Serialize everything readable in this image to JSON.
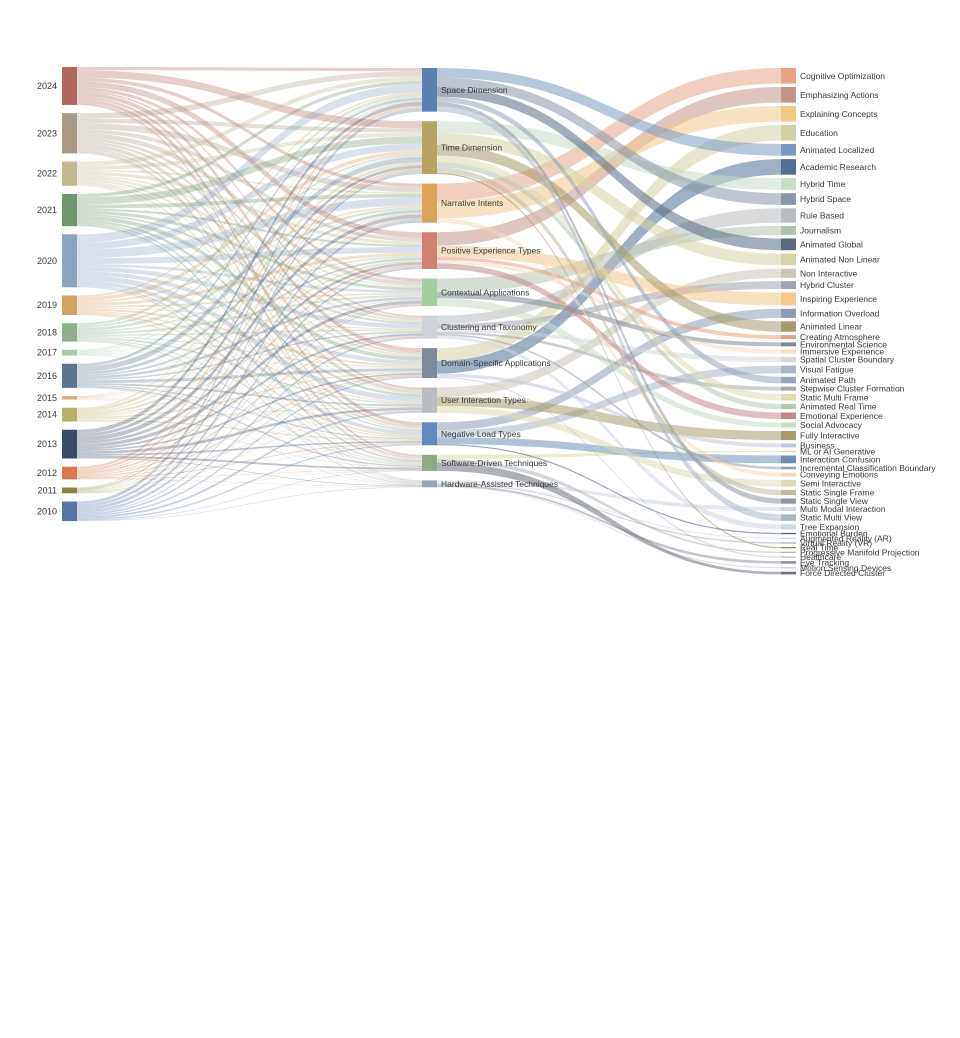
{
  "chart_data": {
    "type": "sankey",
    "years": [
      {
        "label": "2024",
        "color": "#b06a5c"
      },
      {
        "label": "2023",
        "color": "#a89886"
      },
      {
        "label": "2022",
        "color": "#c2b98f"
      },
      {
        "label": "2021",
        "color": "#6f9470"
      },
      {
        "label": "2020",
        "color": "#8ca3c2"
      },
      {
        "label": "2019",
        "color": "#d2a264"
      },
      {
        "label": "2018",
        "color": "#8fb08f"
      },
      {
        "label": "2017",
        "color": "#a9c9a9"
      },
      {
        "label": "2016",
        "color": "#5d7590"
      },
      {
        "label": "2015",
        "color": "#d8aa8a"
      },
      {
        "label": "2014",
        "color": "#b7b06a"
      },
      {
        "label": "2013",
        "color": "#3a4a66"
      },
      {
        "label": "2012",
        "color": "#d9784f"
      },
      {
        "label": "2011",
        "color": "#8a8440"
      },
      {
        "label": "2010",
        "color": "#5677a6"
      }
    ],
    "dimensions": [
      {
        "label": "Space Dimension",
        "color": "#5b81b0"
      },
      {
        "label": "Time Dimension",
        "color": "#b5a562"
      },
      {
        "label": "Narrative Intents",
        "color": "#dba35a"
      },
      {
        "label": "Positive Experience Types",
        "color": "#cf8270"
      },
      {
        "label": "Contextual Applications",
        "color": "#a6cca2"
      },
      {
        "label": "Clustering and Taxonomy",
        "color": "#cfd3d8"
      },
      {
        "label": "Domain-Specific Applications",
        "color": "#7e8a99"
      },
      {
        "label": "User Interaction Types",
        "color": "#b9bdc2"
      },
      {
        "label": "Negative Load Types",
        "color": "#6289bd"
      },
      {
        "label": "Software-Driven Techniques",
        "color": "#8eaa86"
      },
      {
        "label": "Hardware-Assisted Techniques",
        "color": "#98a4b3"
      }
    ],
    "categories": [
      {
        "label": "Cognitive Optimization",
        "color": "#e9a588",
        "from": 2
      },
      {
        "label": "Emphasizing Actions",
        "color": "#c4948a",
        "from": 3
      },
      {
        "label": "Explaining Concepts",
        "color": "#f3c98a",
        "from": 2
      },
      {
        "label": "Education",
        "color": "#d3d0a4",
        "from": 6
      },
      {
        "label": "Animated Localized",
        "color": "#7b99c0",
        "from": 0
      },
      {
        "label": "Academic Research",
        "color": "#4f6f98",
        "from": 6
      },
      {
        "label": "Hybrid Time",
        "color": "#c9dbc9",
        "from": 1
      },
      {
        "label": "Hybrid Space",
        "color": "#8a96a8",
        "from": 0
      },
      {
        "label": "Rule Based",
        "color": "#b9bcc0",
        "from": 5
      },
      {
        "label": "Journalism",
        "color": "#b2c1b0",
        "from": 4
      },
      {
        "label": "Animated Global",
        "color": "#596b82",
        "from": 0
      },
      {
        "label": "Animated Non Linear",
        "color": "#d6d4a6",
        "from": 1
      },
      {
        "label": "Non Interactive",
        "color": "#ccc4b8",
        "from": 7
      },
      {
        "label": "Hybrid Cluster",
        "color": "#9ea4ad",
        "from": 5
      },
      {
        "label": "Inspiring Experience",
        "color": "#f3c98e",
        "from": 3
      },
      {
        "label": "Information Overload",
        "color": "#8c9cb2",
        "from": 8
      },
      {
        "label": "Animated Linear",
        "color": "#a69a6c",
        "from": 1
      },
      {
        "label": "Creating Atmosphere",
        "color": "#ec9f80",
        "from": 3
      },
      {
        "label": "Environmental Science",
        "color": "#7d8894",
        "from": 4
      },
      {
        "label": "Immersive Experience",
        "color": "#f8dcc6",
        "from": 3
      },
      {
        "label": "Spatial Cluster Boundary",
        "color": "#d6d9dc",
        "from": 5
      },
      {
        "label": "Visual Fatigue",
        "color": "#a9b5c6",
        "from": 8
      },
      {
        "label": "Animated Path",
        "color": "#96a5b8",
        "from": 0
      },
      {
        "label": "Stepwise Cluster Formation",
        "color": "#a6a8aa",
        "from": 5
      },
      {
        "label": "Static Multi Frame",
        "color": "#dedbb2",
        "from": 1
      },
      {
        "label": "Animated Real Time",
        "color": "#b7c6b3",
        "from": 1
      },
      {
        "label": "Emotional Experience",
        "color": "#c4888a",
        "from": 3
      },
      {
        "label": "Social Advocacy",
        "color": "#c9dcc6",
        "from": 4
      },
      {
        "label": "Fully Interactive",
        "color": "#a79c6e",
        "from": 7
      },
      {
        "label": "Business",
        "color": "#c2c6da",
        "from": 6
      },
      {
        "label": "ML or AI Generative",
        "color": "#dedc9c",
        "from": 9
      },
      {
        "label": "Interaction Confusion",
        "color": "#6f8fb5",
        "from": 8
      },
      {
        "label": "Incremental Classification Boundary",
        "color": "#979ea6",
        "from": 5
      },
      {
        "label": "Conveying Emotions",
        "color": "#f7d7bf",
        "from": 2
      },
      {
        "label": "Semi Interactive",
        "color": "#dedab8",
        "from": 7
      },
      {
        "label": "Static Single Frame",
        "color": "#c0baa4",
        "from": 1
      },
      {
        "label": "Static Single View",
        "color": "#8d97a6",
        "from": 0
      },
      {
        "label": "Multi Modal Interaction",
        "color": "#cfd6e2",
        "from": 10
      },
      {
        "label": "Static Multi View",
        "color": "#a8b6c8",
        "from": 0
      },
      {
        "label": "Tree Expansion",
        "color": "#d0d7e1",
        "from": 5
      },
      {
        "label": "Emotional Burden",
        "color": "#4a5f85",
        "from": 8
      },
      {
        "label": "Augmented Reality (AR)",
        "color": "#d4d7dc",
        "from": 10
      },
      {
        "label": "Virtual Reality (VR)",
        "color": "#a8adb4",
        "from": 10
      },
      {
        "label": "Real Time",
        "color": "#8c8a52",
        "from": 1
      },
      {
        "label": "Progressive Manifold Projection",
        "color": "#b2b5b9",
        "from": 9
      },
      {
        "label": "Healthcare",
        "color": "#bbbfc4",
        "from": 6
      },
      {
        "label": "Eye Tracking",
        "color": "#8e949c",
        "from": 10
      },
      {
        "label": "Motion Sensing Devices",
        "color": "#c8cbd0",
        "from": 10
      },
      {
        "label": "Force Directed Cluster",
        "color": "#6c737c",
        "from": 9
      }
    ],
    "year_weights": [
      33,
      35,
      21,
      28,
      46,
      17,
      16,
      5,
      21,
      3,
      12,
      25,
      11,
      5,
      17
    ],
    "dimension_weights": [
      38,
      46,
      34,
      32,
      24,
      20,
      26,
      22,
      20,
      14,
      6
    ],
    "category_weights": [
      12,
      12,
      12,
      12,
      9,
      12,
      9,
      9,
      11,
      7,
      9,
      9,
      7,
      6,
      10,
      7,
      8,
      3,
      3,
      3,
      4,
      6,
      5,
      3,
      5,
      4,
      5,
      4,
      7,
      3,
      1,
      6,
      2,
      3,
      5,
      4,
      4,
      3,
      5,
      4,
      1,
      1,
      1,
      1,
      1,
      1,
      2,
      1,
      2
    ]
  }
}
